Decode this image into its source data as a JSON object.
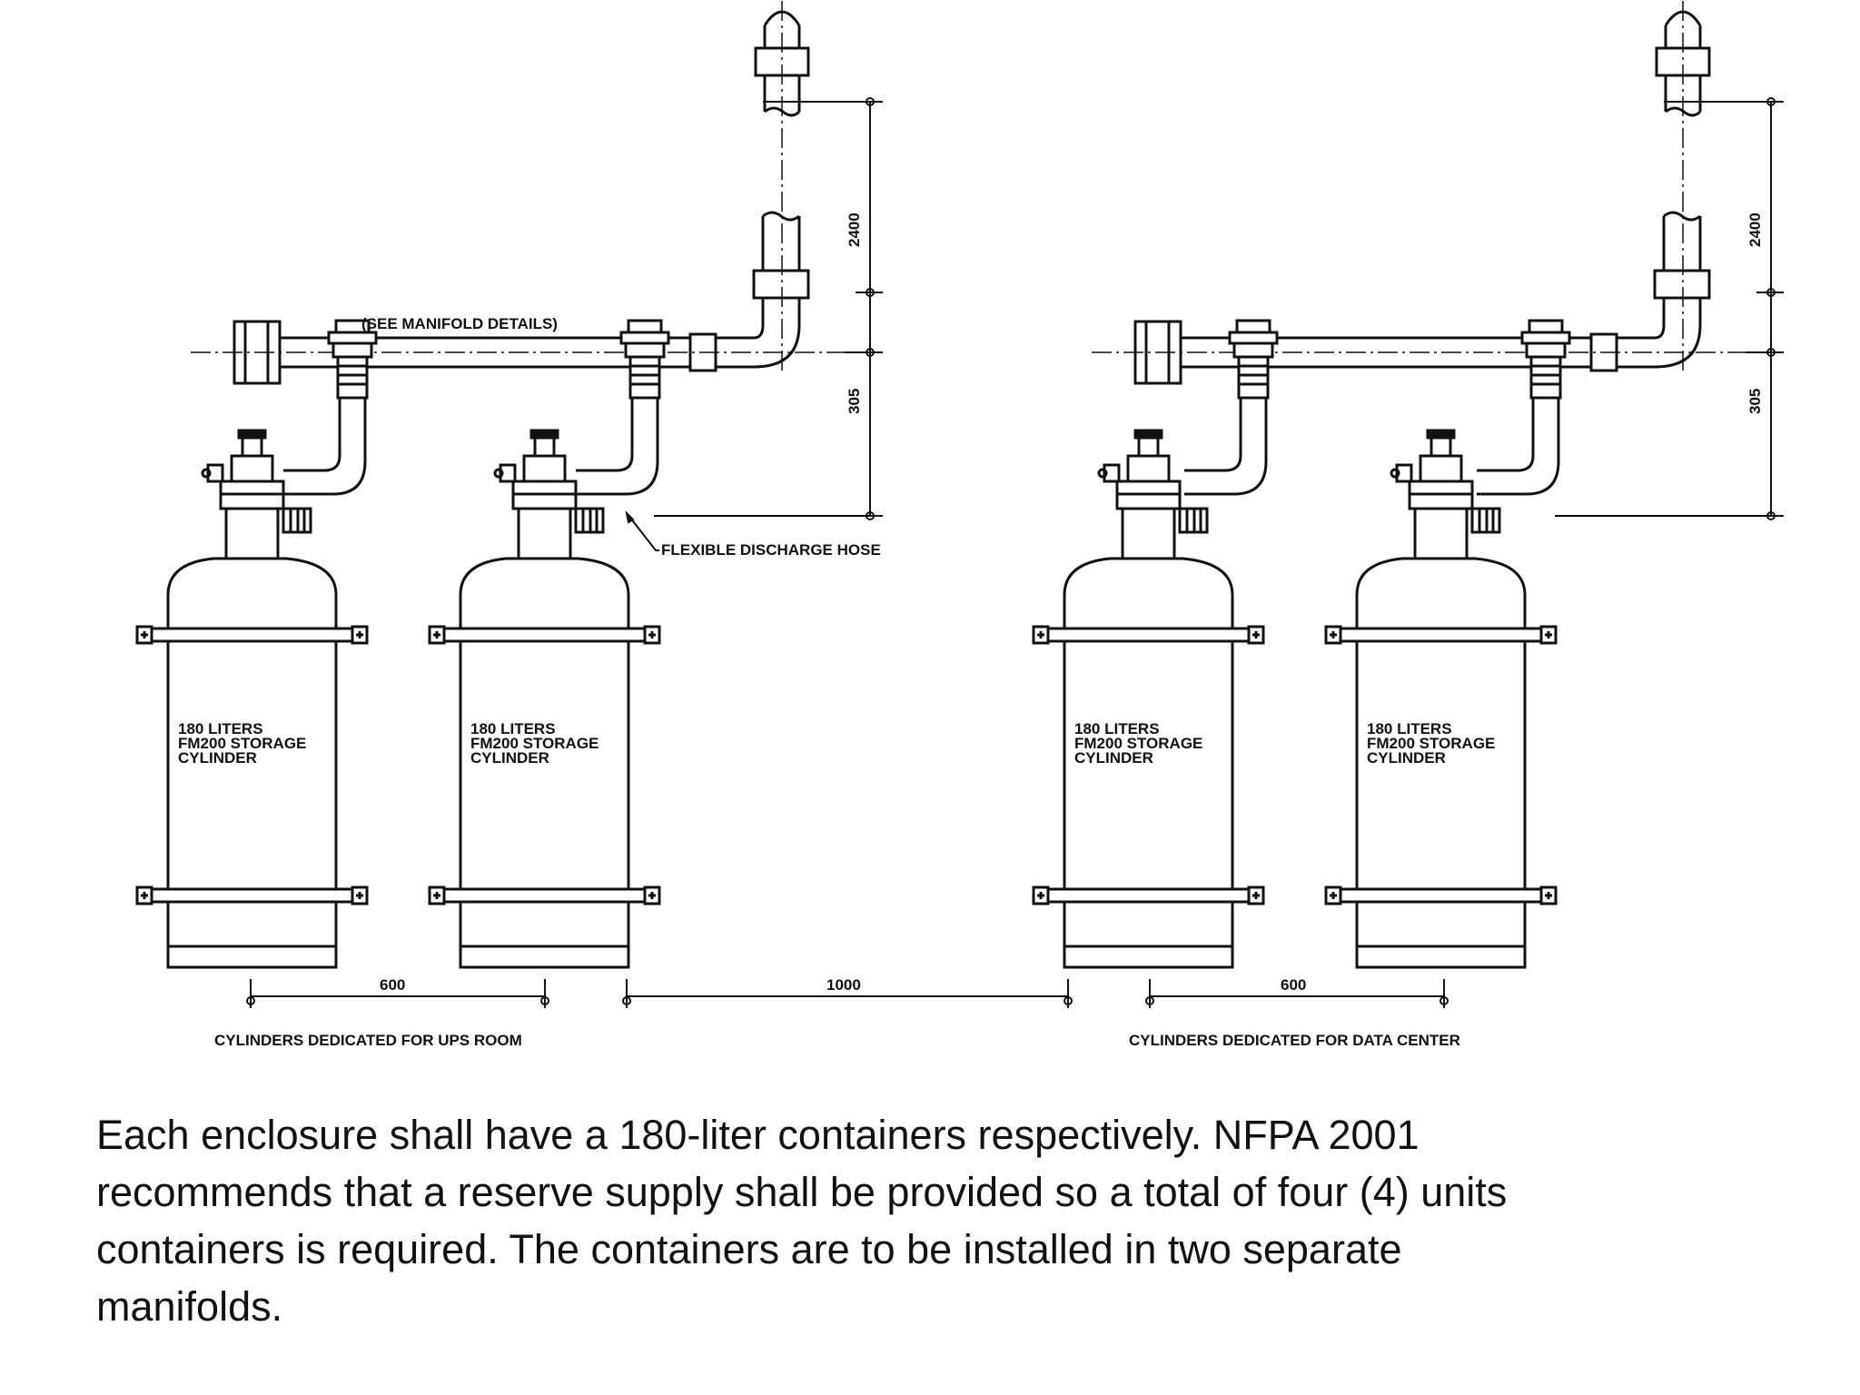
{
  "labels": {
    "manifold_details": "(SEE MANIFOLD DETAILS)",
    "flexible_hose": "FLEXIBLE DISCHARGE HOSE",
    "group_ups": "CYLINDERS DEDICATED FOR UPS ROOM",
    "group_data_center": "CYLINDERS DEDICATED FOR DATA CENTER"
  },
  "cylinders": [
    {
      "line1": "180 LITERS",
      "line2": "FM200 STORAGE",
      "line3": "CYLINDER"
    },
    {
      "line1": "180 LITERS",
      "line2": "FM200 STORAGE",
      "line3": "CYLINDER"
    },
    {
      "line1": "180 LITERS",
      "line2": "FM200 STORAGE",
      "line3": "CYLINDER"
    },
    {
      "line1": "180 LITERS",
      "line2": "FM200 STORAGE",
      "line3": "CYLINDER"
    }
  ],
  "dimensions": {
    "spacing_ups": "600",
    "spacing_between_groups": "1000",
    "spacing_data_center": "600",
    "riser_height_left": "2400",
    "manifold_drop_left": "305",
    "riser_height_right": "2400",
    "manifold_drop_right": "305"
  },
  "caption": {
    "line1": "Each enclosure shall have a 180-liter containers respectively.  NFPA 2001",
    "line2": "recommends that a reserve supply shall be provided so a total of four (4) units",
    "line3": "containers is required. The containers are to be installed in two separate",
    "line4": "manifolds."
  }
}
